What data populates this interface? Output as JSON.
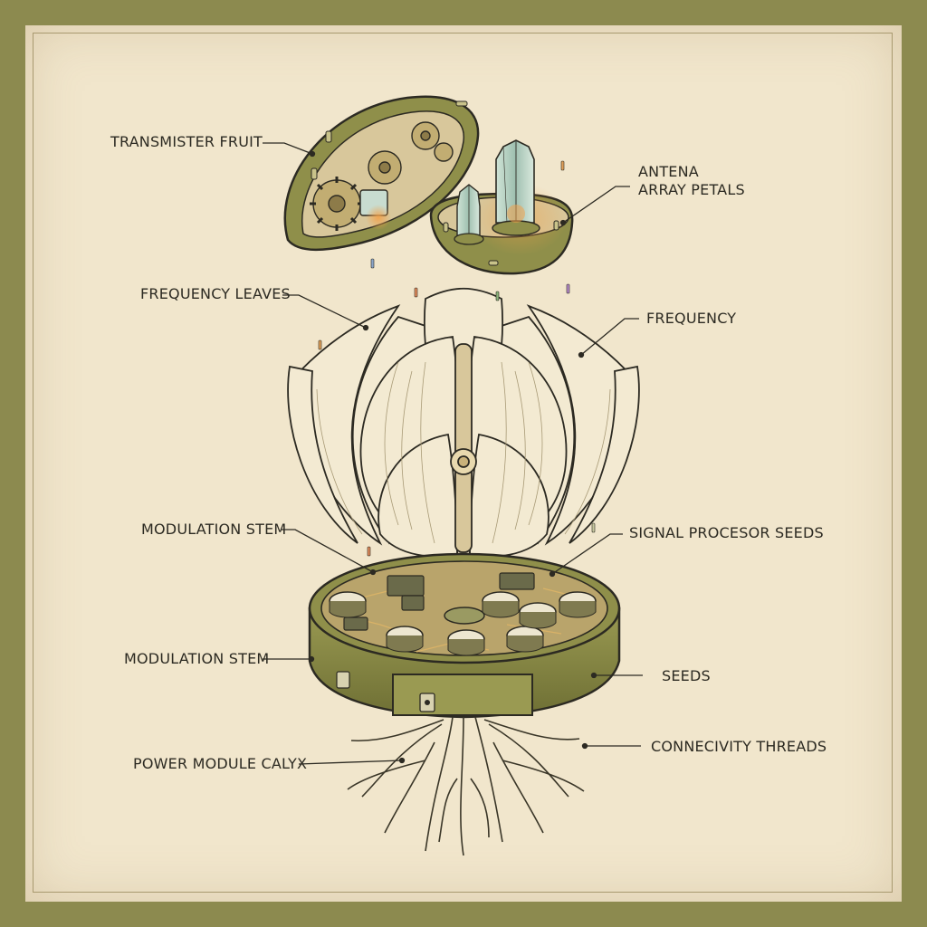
{
  "labels": {
    "transmitter_fruit": "TRANSMISTER FRUIT",
    "antenna_line1": "ANTENA",
    "antenna_line2": "ARRAY PETALS",
    "frequency_leaves": "FREQUENCY LEAVES",
    "frequency": "FREQUENCY",
    "modulation_stem_upper": "MODULATION STEM",
    "signal_processor_seeds": "SIGNAL PROCESOR SEEDS",
    "modulation_stem_lower": "MODULATION STEM",
    "seeds": "SEEDS",
    "power_module_calyx": "POWER MODULE CALYX",
    "connectivity_threads": "CONNECIVITY THREADS"
  },
  "colors": {
    "frame": "#8c8a4f",
    "paper": "#f1e6cc",
    "ink": "#2c2a22",
    "olive": "#8a8a44",
    "olive_dark": "#5e5f2c",
    "petal": "#f3ead2",
    "circuit": "#c9b27a",
    "crystal": "#b9d3c4",
    "glow": "#f2a14a"
  },
  "icons": {
    "fruit": "gear-fruit-pod-icon",
    "antenna": "crystal-antenna-icon",
    "bud": "flower-bud-icon",
    "base": "circuit-base-icon",
    "roots": "root-threads-icon"
  }
}
